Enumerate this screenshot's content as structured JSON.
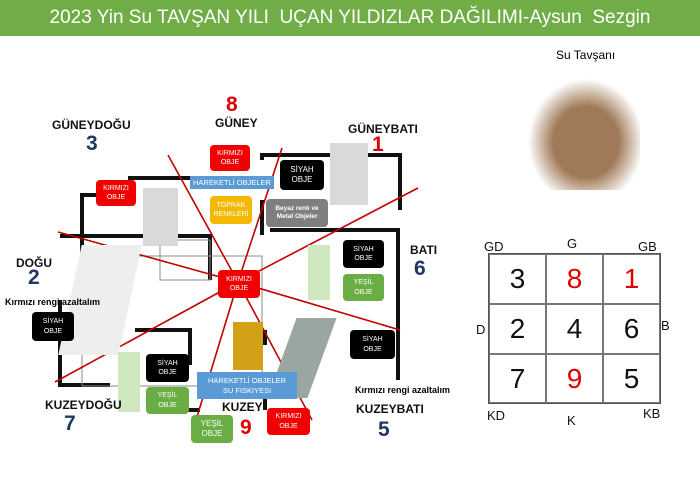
{
  "title": "2023 Yin Su TAVŞAN YILI  UÇAN YILDIZLAR DAĞILIMI-Aysun  Sezgin",
  "rabbit_label": "Su Tavşanı",
  "directions": {
    "se": {
      "label": "GÜNEYDOĞU",
      "num": "3"
    },
    "s": {
      "label": "GÜNEY",
      "num": "8"
    },
    "sw": {
      "label": "GÜNEYBATI",
      "num": "1"
    },
    "e": {
      "label": "DOĞU",
      "num": "2"
    },
    "w": {
      "label": "BATI",
      "num": "6"
    },
    "ne": {
      "label": "KUZEYDOĞU",
      "num": "7"
    },
    "n": {
      "label": "KUZEY",
      "num": "9"
    },
    "nw": {
      "label": "KUZEYBATI",
      "num": "5"
    }
  },
  "boxes": {
    "red": "KIRMIZI\nOBJE",
    "black": "SİYAH\nOBJE",
    "green": "YEŞİL\nOBJE",
    "earth": "TOPRAK\nRENKLERİ",
    "metal": "Beyaz renk ve\nMetal Objeler",
    "moving": "HAREKETLİ OBJELER",
    "fountain": "HAREKETLİ OBJELER\nSU FISKIYESI"
  },
  "notes": {
    "reduce_red": "Kırmızı rengi azaltalım"
  },
  "grid": {
    "labels": {
      "gd": "GD",
      "g": "G",
      "gb": "GB",
      "d": "D",
      "b": "B",
      "kd": "KD",
      "k": "K",
      "kb": "KB"
    },
    "cells": [
      "3",
      "8",
      "1",
      "2",
      "4",
      "6",
      "7",
      "9",
      "5"
    ],
    "red_cells": [
      1,
      2,
      7
    ],
    "colors": {
      "red": "#dd0000",
      "normal": "#111111"
    }
  }
}
